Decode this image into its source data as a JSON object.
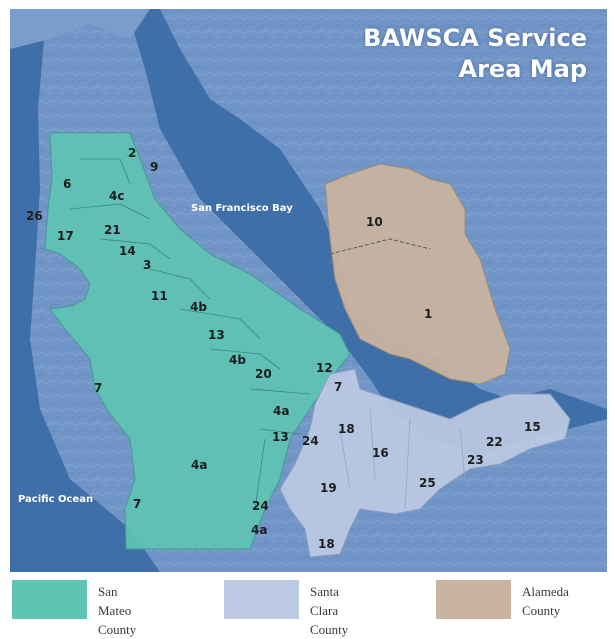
{
  "title": {
    "line1": "BAWSCA Service",
    "line2": "Area Map"
  },
  "water_labels": {
    "bay": "San Francisco Bay",
    "ocean": "Pacific Ocean"
  },
  "regions": {
    "r1": "1",
    "r2": "2",
    "r3": "3",
    "r4a_main": "4a",
    "r4a_mid": "4a",
    "r4a_south": "4a",
    "r4b_north": "4b",
    "r4b_south": "4b",
    "r4c": "4c",
    "r6": "6",
    "r7_coast": "7",
    "r7_south": "7",
    "r7_east": "7",
    "r9": "9",
    "r10": "10",
    "r11": "11",
    "r12": "12",
    "r13_north": "13",
    "r13_south": "13",
    "r14": "14",
    "r15": "15",
    "r16": "16",
    "r17": "17",
    "r18_north": "18",
    "r18_south": "18",
    "r19": "19",
    "r20": "20",
    "r21": "21",
    "r22": "22",
    "r23": "23",
    "r24_north": "24",
    "r24_south": "24",
    "r25": "25",
    "r26": "26"
  },
  "colors": {
    "water": "#3f6fa8",
    "land": "#6f93c4",
    "san_mateo": "#5fc4b4",
    "santa_clara": "#bcc9e2",
    "alameda": "#c8b4a0"
  },
  "legend": [
    {
      "line1": "San Mateo",
      "line2": "County",
      "color": "#5fc4b4"
    },
    {
      "line1": "Santa Clara",
      "line2": "County",
      "color": "#bcc9e2"
    },
    {
      "line1": "Alameda",
      "line2": "County",
      "color": "#c8b4a0"
    }
  ]
}
